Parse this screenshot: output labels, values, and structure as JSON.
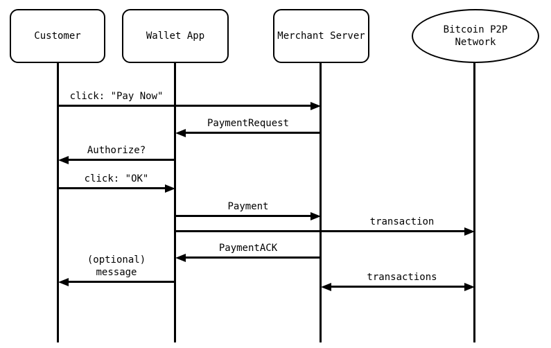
{
  "diagram": {
    "type": "sequence-diagram",
    "subject": "Bitcoin payment protocol flow"
  },
  "colors": {
    "stroke": "#000000",
    "background": "#ffffff"
  },
  "actors": [
    {
      "id": "customer",
      "label": "Customer",
      "shape": "rounded-rect"
    },
    {
      "id": "wallet-app",
      "label": "Wallet App",
      "shape": "rounded-rect"
    },
    {
      "id": "merchant-server",
      "label": "Merchant Server",
      "shape": "rounded-rect"
    },
    {
      "id": "bitcoin-p2p-network",
      "label": "Bitcoin P2P\nNetwork",
      "shape": "ellipse"
    }
  ],
  "messages": [
    {
      "label": "click: \"Pay Now\"",
      "from": "customer",
      "to": "merchant-server",
      "direction": "right"
    },
    {
      "label": "PaymentRequest",
      "from": "merchant-server",
      "to": "wallet-app",
      "direction": "left"
    },
    {
      "label": "Authorize?",
      "from": "wallet-app",
      "to": "customer",
      "direction": "left"
    },
    {
      "label": "click: \"OK\"",
      "from": "customer",
      "to": "wallet-app",
      "direction": "right"
    },
    {
      "label": "Payment",
      "from": "wallet-app",
      "to": "merchant-server",
      "direction": "right"
    },
    {
      "label": "transaction",
      "from": "wallet-app",
      "to": "bitcoin-p2p-network",
      "direction": "right"
    },
    {
      "label": "PaymentACK",
      "from": "merchant-server",
      "to": "wallet-app",
      "direction": "left"
    },
    {
      "label": "(optional)\nmessage",
      "from": "wallet-app",
      "to": "customer",
      "direction": "left"
    },
    {
      "label": "transactions",
      "from": "merchant-server",
      "to": "bitcoin-p2p-network",
      "direction": "both"
    }
  ]
}
